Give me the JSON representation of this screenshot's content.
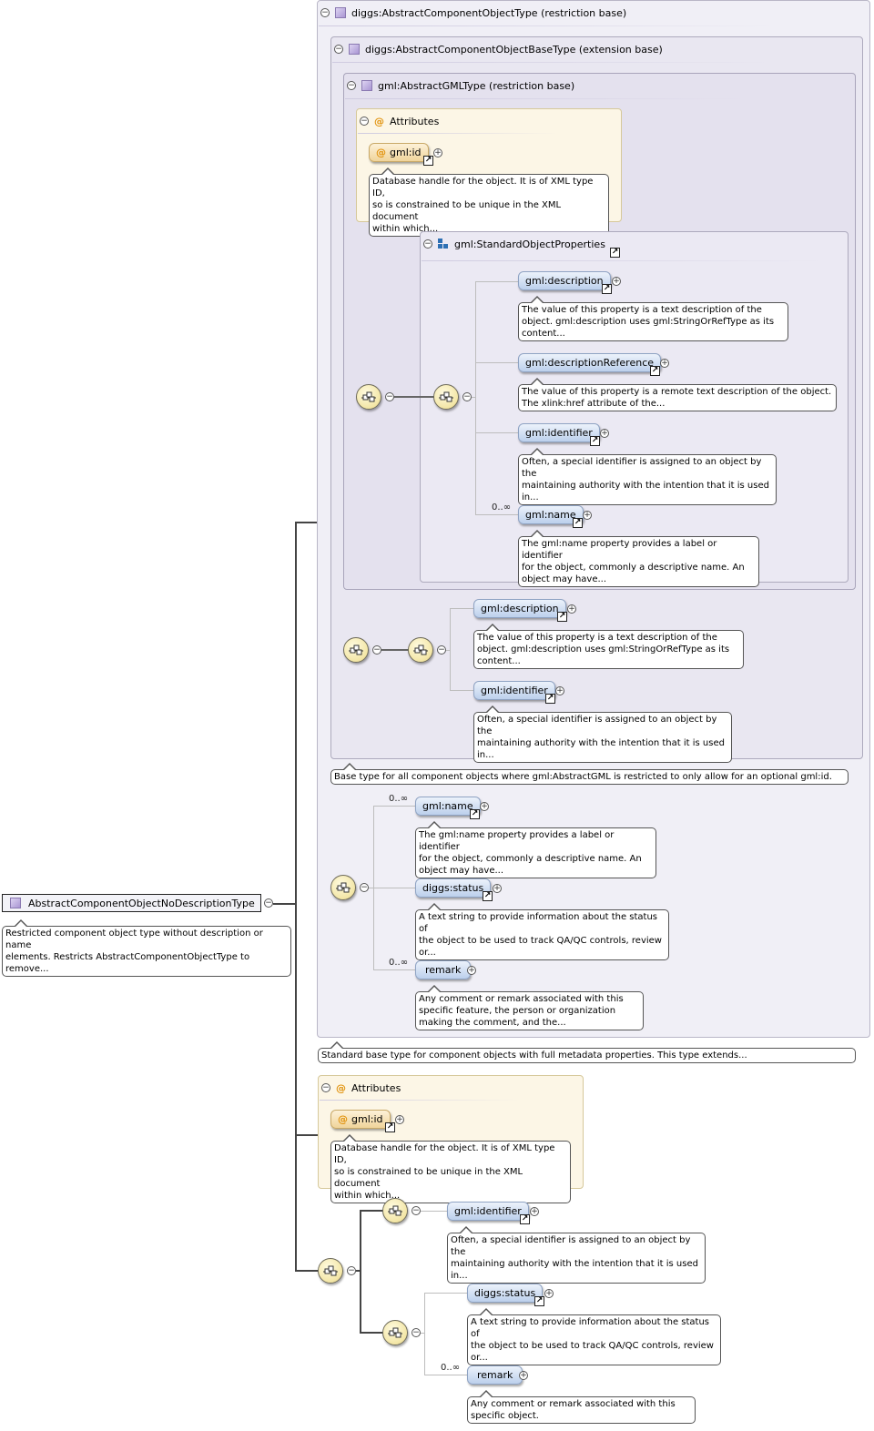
{
  "root": {
    "name": "AbstractComponentObjectNoDescriptionType",
    "doc": "Restricted component object type without description or name\nelements. Restricts AbstractComponentObjectType to remove..."
  },
  "types": {
    "t1": "diggs:AbstractComponentObjectType (restriction base)",
    "t2": "diggs:AbstractComponentObjectBaseType (extension base)",
    "t3": "gml:AbstractGMLType (restriction base)",
    "std": "gml:StandardObjectProperties",
    "attributes": "Attributes"
  },
  "elements": {
    "id": "gml:id",
    "description": "gml:description",
    "descriptionReference": "gml:descriptionReference",
    "identifier": "gml:identifier",
    "name": "gml:name",
    "status": "diggs:status",
    "remark": "remark"
  },
  "docs": {
    "id": "Database handle for the object. It is of XML type ID,\nso is constrained to be unique in the XML document\nwithin which...",
    "description": "The value of this property is a text description of the\nobject. gml:description uses gml:StringOrRefType as its\ncontent...",
    "descriptionReference": "The value of this property is a remote text description of the object.\nThe xlink:href attribute of the...",
    "identifier": "Often, a special identifier is assigned to an object by the\nmaintaining authority with the intention that it is used\nin...",
    "name": "The gml:name property provides a label or identifier\nfor the object, commonly a descriptive name. An\nobject may have...",
    "status": "A text string to provide information about the status of\nthe object to be used to track QA/QC controls, review\nor...",
    "remark1": "Any comment or remark associated with this\nspecific feature, the person or organization\nmaking the comment, and the...",
    "remark2": "Any comment or remark associated with this\nspecific object.",
    "baseType": "Base type for all component objects where gml:AbstractGML is restricted to only allow for an optional gml:id.",
    "standardBase": "Standard base type for component objects with full metadata properties. This type extends..."
  },
  "occurrence": "0..∞",
  "icons": {
    "collapse": "⊖",
    "expand": "+",
    "ref": "↗",
    "attribute": "@"
  }
}
